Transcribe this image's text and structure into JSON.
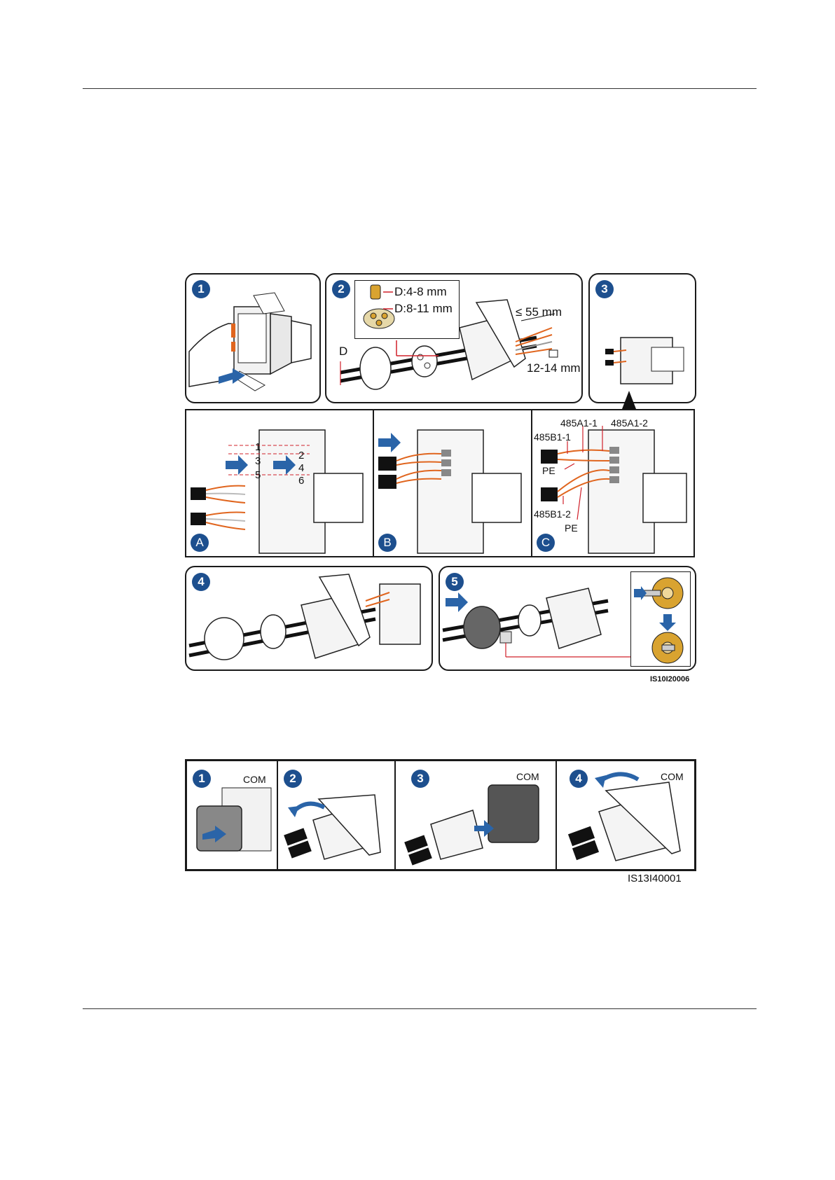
{
  "figure1": {
    "steps": [
      "1",
      "2",
      "3",
      "4",
      "5"
    ],
    "letters": [
      "A",
      "B",
      "C"
    ],
    "gland_small": "D:4-8 mm",
    "gland_large": "D:8-11 mm",
    "diameter": "D",
    "strip_length": "≤ 55 mm",
    "strip_end": "12-14 mm",
    "terminals": [
      "1",
      "2",
      "3",
      "4",
      "5",
      "6"
    ],
    "wires": {
      "a1_1": "485A1-1",
      "a1_2": "485A1-2",
      "b1_1": "485B1-1",
      "b1_2": "485B1-2",
      "pe_top": "PE",
      "pe_bottom": "PE"
    },
    "code": "IS10I20006"
  },
  "figure2": {
    "steps": [
      "1",
      "2",
      "3",
      "4"
    ],
    "port_label": "COM",
    "code": "IS13I40001"
  },
  "colors": {
    "step_badge": "#1d4f8e",
    "arrow": "#2a64a8",
    "wire_orange": "#e0651e",
    "callout_red": "#d0202a"
  }
}
